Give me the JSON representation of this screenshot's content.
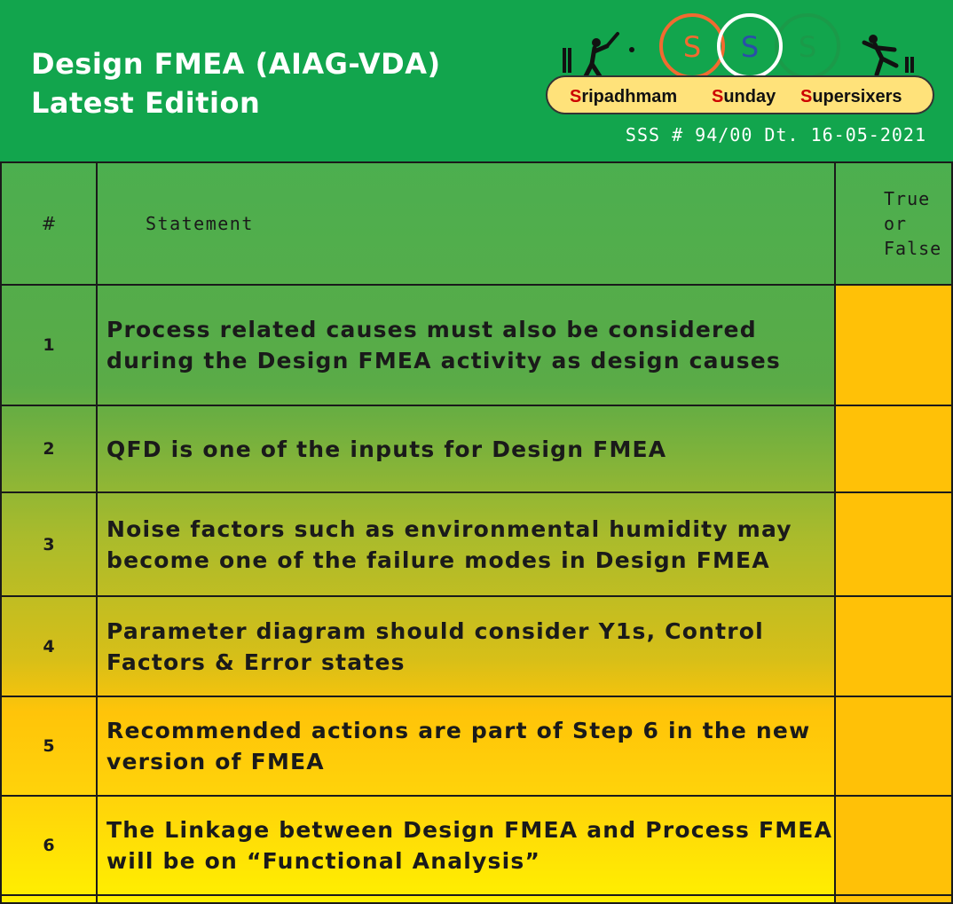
{
  "header": {
    "title_line1": "Design FMEA (AIAG-VDA)",
    "title_line2": "Latest Edition",
    "reference": "SSS # 94/00 Dt. 16-05-2021",
    "background": "#12a54d"
  },
  "logo": {
    "letters": [
      "S",
      "S",
      "S"
    ],
    "words": [
      {
        "initial": "S",
        "rest": "ripadhmam"
      },
      {
        "initial": "S",
        "rest": "unday"
      },
      {
        "initial": "S",
        "rest": "upersixers"
      }
    ],
    "colors": {
      "orange": "#f26a30",
      "blue": "#2a4fa8",
      "green": "#1b9a49",
      "initial_red": "#cc0000",
      "banner": "#ffe27a"
    },
    "icons": [
      "batsman-icon",
      "stumps-icon",
      "bowler-icon"
    ]
  },
  "table": {
    "headers": {
      "number": "#",
      "statement": "Statement",
      "tf_line1": "True",
      "tf_line2": "or",
      "tf_line3": "False"
    },
    "rows": [
      {
        "num": "1",
        "statement": "Process related causes must also be considered during the Design FMEA activity as design causes"
      },
      {
        "num": "2",
        "statement": "QFD is one of the inputs for Design FMEA"
      },
      {
        "num": "3",
        "statement": "Noise factors such as environmental humidity may become one of the failure modes in Design FMEA"
      },
      {
        "num": "4",
        "statement": "Parameter diagram should consider Y1s, Control Factors & Error states"
      },
      {
        "num": "5",
        "statement": "Recommended actions are part of Step 6 in the new version of FMEA"
      },
      {
        "num": "6",
        "statement": "The Linkage between Design FMEA and Process FMEA will be on “Functional Analysis”"
      }
    ]
  }
}
